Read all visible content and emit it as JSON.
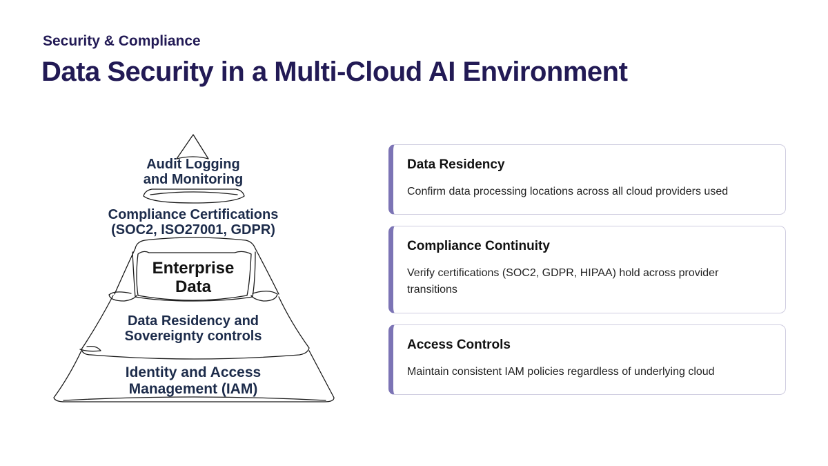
{
  "header": {
    "eyebrow": "Security & Compliance",
    "title": "Data Security in a Multi-Cloud AI Environment"
  },
  "pyramid": {
    "layers": [
      {
        "line1": "Audit Logging",
        "line2": "and Monitoring"
      },
      {
        "line1": "Compliance Certifications",
        "line2": "(SOC2, ISO27001, GDPR)"
      },
      {
        "line1": "Enterprise",
        "line2": "Data"
      },
      {
        "line1": "Data Residency and",
        "line2": "Sovereignty controls"
      },
      {
        "line1": "Identity and Access",
        "line2": "Management (IAM)"
      }
    ]
  },
  "cards": [
    {
      "title": "Data Residency",
      "description": "Confirm data processing locations across all cloud providers used"
    },
    {
      "title": "Compliance Continuity",
      "description": "Verify certifications (SOC2, GDPR, HIPAA) hold across provider transitions"
    },
    {
      "title": "Access Controls",
      "description": "Maintain consistent IAM policies regardless of underlying cloud"
    }
  ],
  "colors": {
    "heading": "#221a55",
    "accent_bar": "#7c74b5",
    "card_border": "#cfcde0",
    "pyramid_text": "#1c2b4a"
  }
}
